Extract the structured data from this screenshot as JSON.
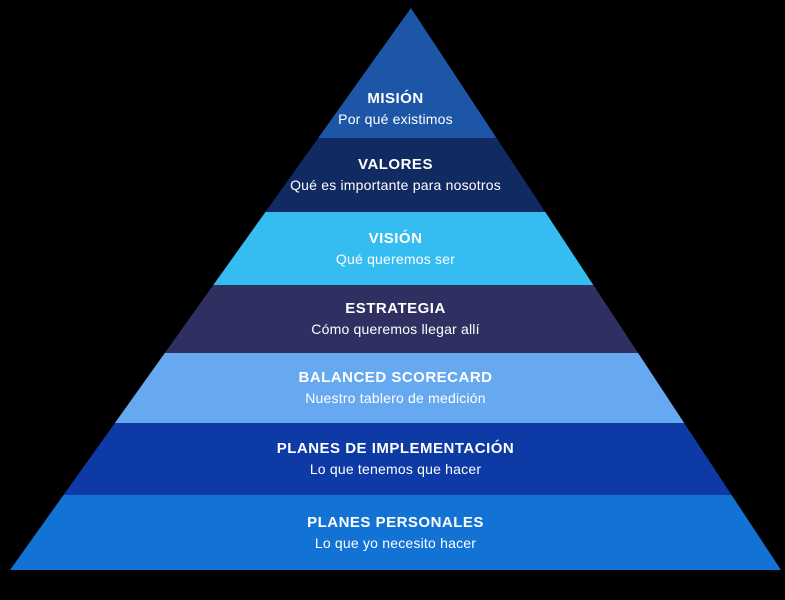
{
  "diagram": {
    "background_color": "#000000",
    "text_color": "#ffffff",
    "layers": [
      {
        "id": "mision",
        "title": "MISIÓN",
        "subtitle": "Por qué existimos",
        "color": "#1E56A7"
      },
      {
        "id": "valores",
        "title": "VALORES",
        "subtitle": "Qué es importante para nosotros",
        "color": "#112A62"
      },
      {
        "id": "vision",
        "title": "VISIÓN",
        "subtitle": "Qué queremos ser",
        "color": "#35BDF2"
      },
      {
        "id": "estrategia",
        "title": "ESTRATEGIA",
        "subtitle": "Cómo queremos llegar allí",
        "color": "#2F3061"
      },
      {
        "id": "balanced-scorecard",
        "title": "BALANCED SCORECARD",
        "subtitle": "Nuestro tablero de medición",
        "color": "#67A9F0"
      },
      {
        "id": "planes-implementacion",
        "title": "PLANES DE IMPLEMENTACIÓN",
        "subtitle": "Lo que tenemos que hacer",
        "color": "#0D3AA4"
      },
      {
        "id": "planes-personales",
        "title": "PLANES PERSONALES",
        "subtitle": "Lo que yo necesito hacer",
        "color": "#1373D4"
      }
    ]
  }
}
